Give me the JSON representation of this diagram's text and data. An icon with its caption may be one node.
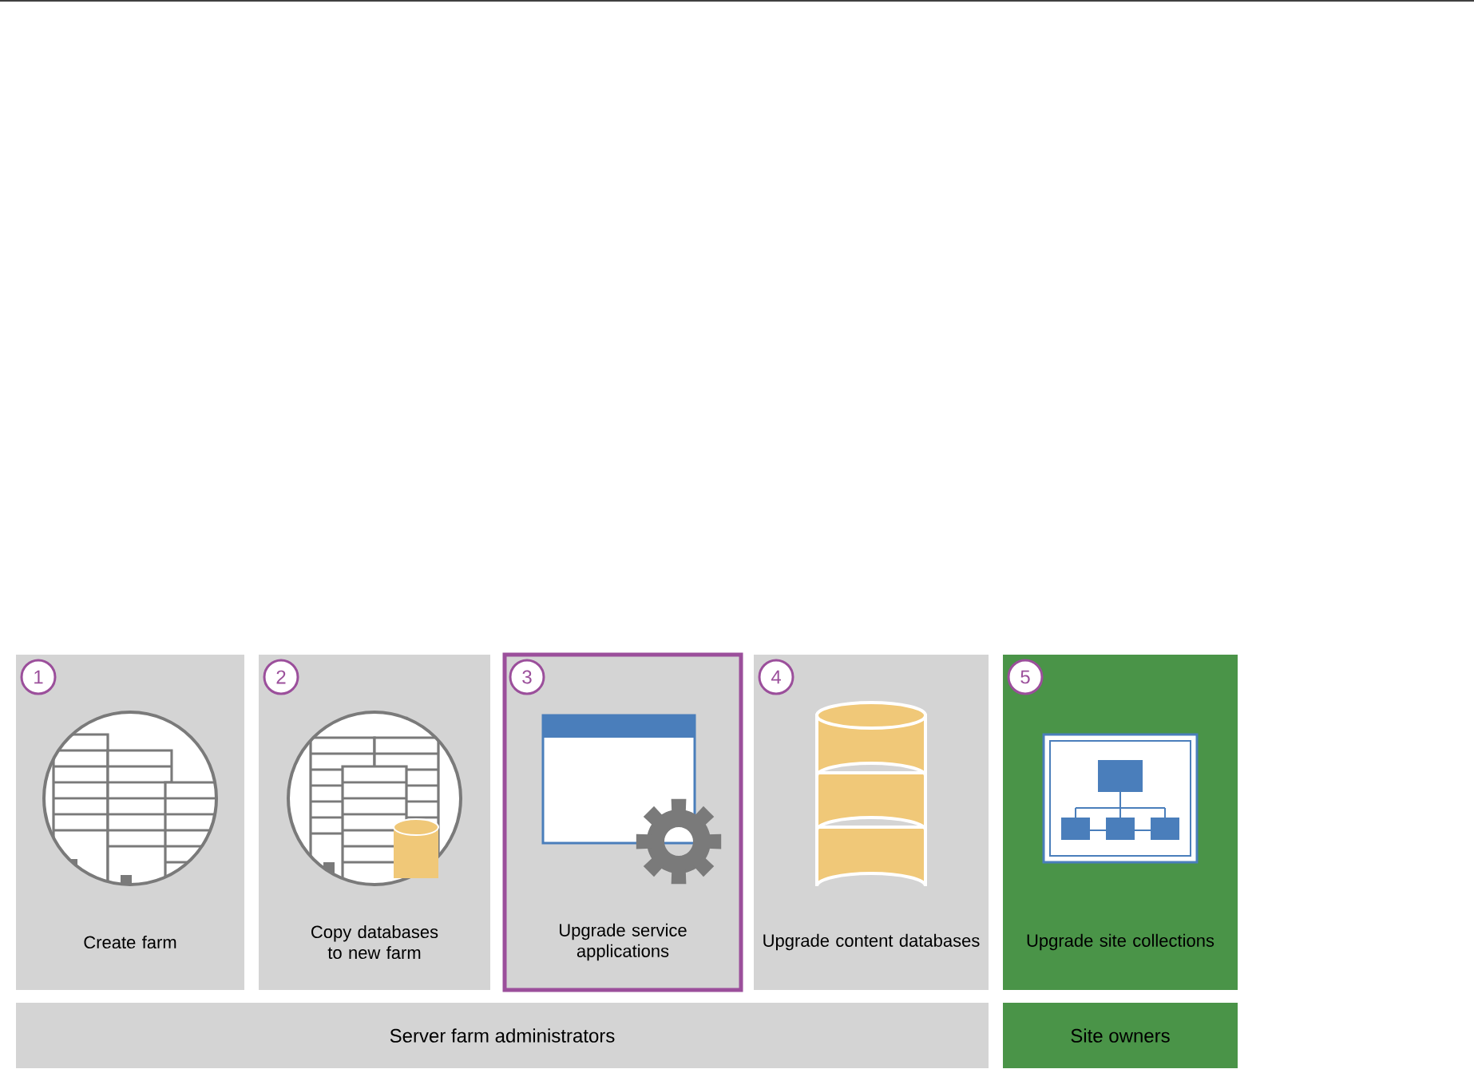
{
  "diagram": {
    "nodes": [
      {
        "text": [
          "Create farm"
        ]
      },
      {
        "text": [
          "1"
        ],
        "in": 0
      },
      {
        "text": [
          "Copy databases to new farm"
        ]
      },
      {
        "text": [
          "2"
        ],
        "in": 2
      },
      {
        "text": [
          "Upgrade service applications"
        ]
      },
      {
        "text": [
          "3"
        ],
        "in": 4
      },
      {
        "text": [
          "Upgrade content databases"
        ]
      },
      {
        "text": [
          "4"
        ],
        "in": 6
      },
      {
        "text": [
          "Upgrade site collections"
        ]
      },
      {
        "text": [
          "5"
        ],
        "in": 8
      },
      {
        "text": [
          "Server farm administrators"
        ]
      },
      {
        "text": [
          "Site owners"
        ]
      }
    ]
  }
}
